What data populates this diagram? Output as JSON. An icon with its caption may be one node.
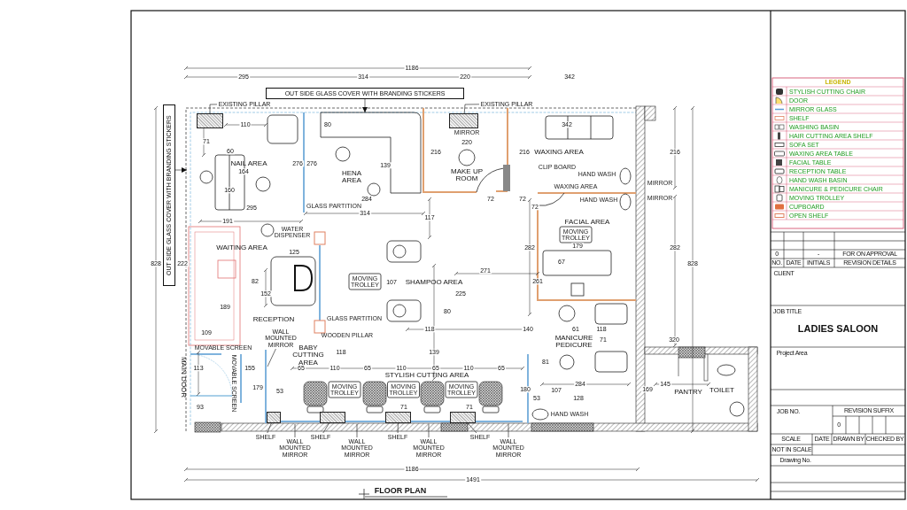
{
  "diagram": {
    "title": "FLOOR PLAN",
    "nodes": [
      {
        "text": [
          "OUT SIDE GLASS COVER WITH BRANDING STICKERS"
        ]
      },
      {
        "text": [
          "EXISTING PILLAR"
        ]
      },
      {
        "text": [],
        "shape": "box"
      },
      {
        "text": [
          "EXISTING PILLAR"
        ]
      },
      {
        "text": [],
        "shape": "box"
      },
      {
        "text": [
          "OUT SIDE GLASS COVER WITH BRANDING STICKERS"
        ]
      },
      {
        "text": [
          "WALL MOUNTED MIRROR"
        ]
      },
      {
        "text": [
          "SHELF"
        ]
      },
      {
        "text": [],
        "shape": "box"
      },
      {
        "text": [
          "WALL MOUNTED MIRROR"
        ]
      },
      {
        "text": [
          "SHELF"
        ]
      },
      {
        "text": [],
        "shape": "box"
      },
      {
        "text": [
          "WALL MOUNTED MIRROR"
        ]
      },
      {
        "text": [
          "SHELF"
        ]
      },
      {
        "text": [],
        "shape": "box"
      },
      {
        "text": [
          "WALL MOUNTED MIRROR"
        ]
      },
      {
        "text": [
          "SHELF"
        ]
      },
      {
        "text": [],
        "shape": "box"
      },
      {
        "text": [
          "WALL MOUNTED MIRROR"
        ]
      }
    ],
    "edges": [
      {
        "from": 0,
        "to": null,
        "arrow": "to"
      },
      {
        "from": 1,
        "to": 2,
        "arrow": "none"
      },
      {
        "from": 3,
        "to": 4,
        "arrow": "none"
      },
      {
        "from": 5,
        "to": null,
        "arrow": "to"
      },
      {
        "from": 6,
        "to": null,
        "arrow": "none"
      },
      {
        "from": 7,
        "to": 8,
        "arrow": "none"
      },
      {
        "from": 9,
        "to": null,
        "arrow": "none"
      },
      {
        "from": 10,
        "to": 11,
        "arrow": "none"
      },
      {
        "from": 12,
        "to": null,
        "arrow": "none"
      },
      {
        "from": 13,
        "to": 14,
        "arrow": "none"
      },
      {
        "from": 15,
        "to": null,
        "arrow": "none"
      },
      {
        "from": 16,
        "to": 17,
        "arrow": "none"
      },
      {
        "from": 18,
        "to": null,
        "arrow": "none"
      }
    ],
    "labels": [
      "1186",
      "295",
      "314",
      "220",
      "342",
      "LEGEND",
      "110",
      "80",
      "342",
      "MIRROR",
      "71",
      "220",
      "60",
      "216",
      "216",
      "WAXING AREA",
      "216",
      "NAIL AREA",
      "276",
      "276",
      "139",
      "CLIP BOARD",
      "164",
      "HENA AREA",
      "MAKE UP ROOM",
      "HAND WASH",
      "160",
      "WAXING AREA",
      "MIRROR",
      "284",
      "72",
      "72",
      "HAND WASH",
      "MIRROR",
      "295",
      "GLASS PARTITION",
      "72",
      "191",
      "314",
      "117",
      "FACIAL AREA",
      "WATER DISPENSER",
      "MOVING TROLLEY",
      "WAITING AREA",
      "125",
      "282",
      "179",
      "282",
      "828",
      "222",
      "67",
      "828",
      "271",
      "82",
      "MOVING TROLLEY",
      "107",
      "SHAMPOO AREA",
      "261",
      "152",
      "225",
      "189",
      "80",
      "RECEPTION",
      "GLASS PARTITION",
      "109",
      "WOODEN PILLAR",
      "118",
      "140",
      "61",
      "118",
      "MOVABLE SCREEN",
      "MANICURE PEDICURE",
      "71",
      "320",
      "MAIN DOOR",
      "BABY CUTTING AREA",
      "118",
      "139",
      "113",
      "MOVABLE SCREEN",
      "155",
      "65",
      "110",
      "65",
      "110",
      "65",
      "110",
      "65",
      "81",
      "STYLISH CUTTING AREA",
      "179",
      "53",
      "MOVING TROLLEY",
      "MOVING TROLLEY",
      "MOVING TROLLEY",
      "180",
      "107",
      "284",
      "169",
      "145",
      "PANTRY",
      "TOILET",
      "53",
      "128",
      "93",
      "71",
      "71",
      "HAND WASH",
      "1186",
      "1491",
      "0",
      "-",
      "FOR ON APPROVAL",
      "NO.",
      "DATE",
      "INITIALS",
      "REVISION DETAILS",
      "CLIENT",
      "JOB TITLE",
      "LADIES SALOON",
      "Project Area",
      "JOB NO.",
      "REVISION SUFFIX",
      "0",
      "SCALE",
      "DATE",
      "DRAWN BY",
      "CHECKED BY",
      "NOT IN SCALE",
      "Drawing No."
    ],
    "legend": [
      {
        "text": "STYLISH CUTTING CHAIR"
      },
      {
        "text": "DOOR"
      },
      {
        "text": "MIRROR GLASS"
      },
      {
        "text": "SHELF"
      },
      {
        "text": "WASHING BASIN"
      },
      {
        "text": "HAIR CUTTING AREA SHELF"
      },
      {
        "text": "SOFA SET"
      },
      {
        "text": "WAXING AREA TABLE"
      },
      {
        "text": "FACIAL TABLE"
      },
      {
        "text": "RECEPTION TABLE"
      },
      {
        "text": "HAND WASH BASIN"
      },
      {
        "text": "MANICURE & PEDICURE CHAIR"
      },
      {
        "text": "MOVING TROLLEY"
      },
      {
        "text": "CUPBOARD"
      },
      {
        "text": "OPEN SHELF"
      }
    ]
  }
}
